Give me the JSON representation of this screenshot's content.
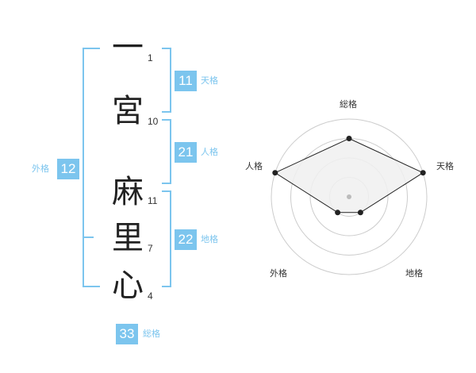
{
  "name": {
    "characters": [
      {
        "char": "一",
        "strokes": "1"
      },
      {
        "char": "宮",
        "strokes": "10"
      },
      {
        "char": "麻",
        "strokes": "11"
      },
      {
        "char": "里",
        "strokes": "7"
      },
      {
        "char": "心",
        "strokes": "4"
      }
    ]
  },
  "fortune": {
    "tenkaku": {
      "value": "11",
      "label": "天格"
    },
    "jinkaku": {
      "value": "21",
      "label": "人格"
    },
    "chikaku": {
      "value": "22",
      "label": "地格"
    },
    "gaikaku": {
      "value": "12",
      "label": "外格"
    },
    "soukaku": {
      "value": "33",
      "label": "総格"
    }
  },
  "radar": {
    "axes": [
      "総格",
      "天格",
      "地格",
      "外格",
      "人格"
    ],
    "levels": 4,
    "values": [
      3,
      4,
      1,
      1,
      4
    ],
    "max": 4,
    "fill": "#f0f0f0",
    "stroke": "#222222",
    "ring_color": "#cccccc",
    "center_dot": "#bbbbbb"
  },
  "colors": {
    "accent": "#7cc5ee",
    "text": "#222222"
  }
}
